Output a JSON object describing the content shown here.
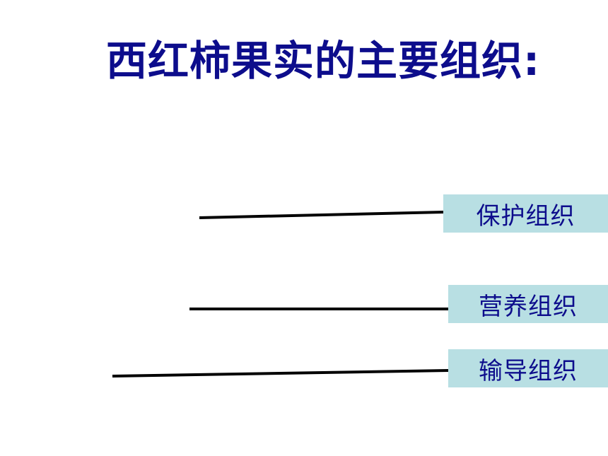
{
  "title": "西红柿果实的主要组织:",
  "labels": [
    {
      "text": "保护组织"
    },
    {
      "text": "营养组织"
    },
    {
      "text": "输导组织"
    }
  ],
  "colors": {
    "title": "#0d0d8c",
    "label_text": "#0d0d8c",
    "label_background": "#b8dfe3",
    "line": "#000000"
  }
}
